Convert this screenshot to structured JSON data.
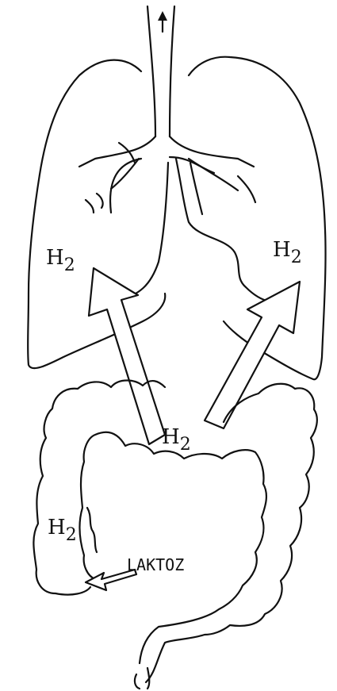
{
  "labels": {
    "h2_left_lung": {
      "main": "H",
      "sub": "2"
    },
    "h2_right_lung": {
      "main": "H",
      "sub": "2"
    },
    "h2_colon": {
      "main": "H",
      "sub": "2"
    },
    "h2_cecum": {
      "main": "H",
      "sub": "2"
    },
    "lactose": "LAKTOZ"
  },
  "colors": {
    "ink": "#111111",
    "background": "#ffffff"
  }
}
